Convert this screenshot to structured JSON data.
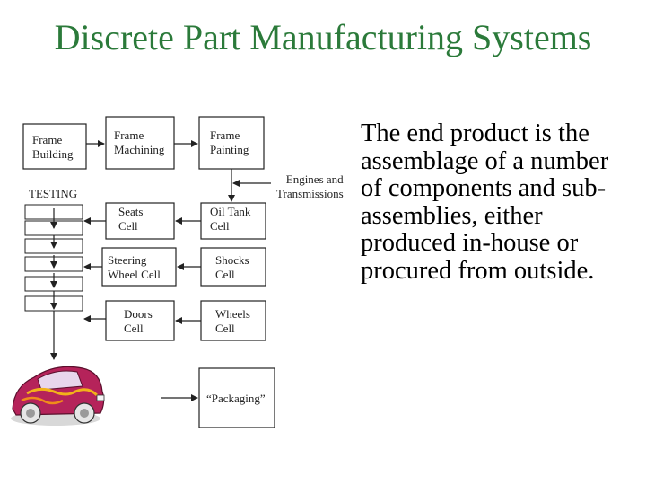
{
  "title": "Discrete Part Manufacturing Systems",
  "stations": {
    "frame_building": "Frame\nBuilding",
    "frame_machining": "Frame\nMachining",
    "frame_painting": "Frame\nPainting",
    "seats": "Seats\nCell",
    "oil_tank": "Oil Tank\nCell",
    "steering": "Steering\nWheel Cell",
    "shocks": "Shocks\nCell",
    "doors": "Doors\nCell",
    "wheels": "Wheels\nCell",
    "packaging": "“Packaging”"
  },
  "labels": {
    "testing": "TESTING",
    "engines": "Engines and\nTransmissions"
  },
  "side_text": "The end product is the assemblage of a number of components and sub-assemblies, either produced in-house or procured from outside.",
  "colors": {
    "title": "#2b7a3a",
    "box_border": "#222222",
    "car_body": "#b5235a"
  }
}
